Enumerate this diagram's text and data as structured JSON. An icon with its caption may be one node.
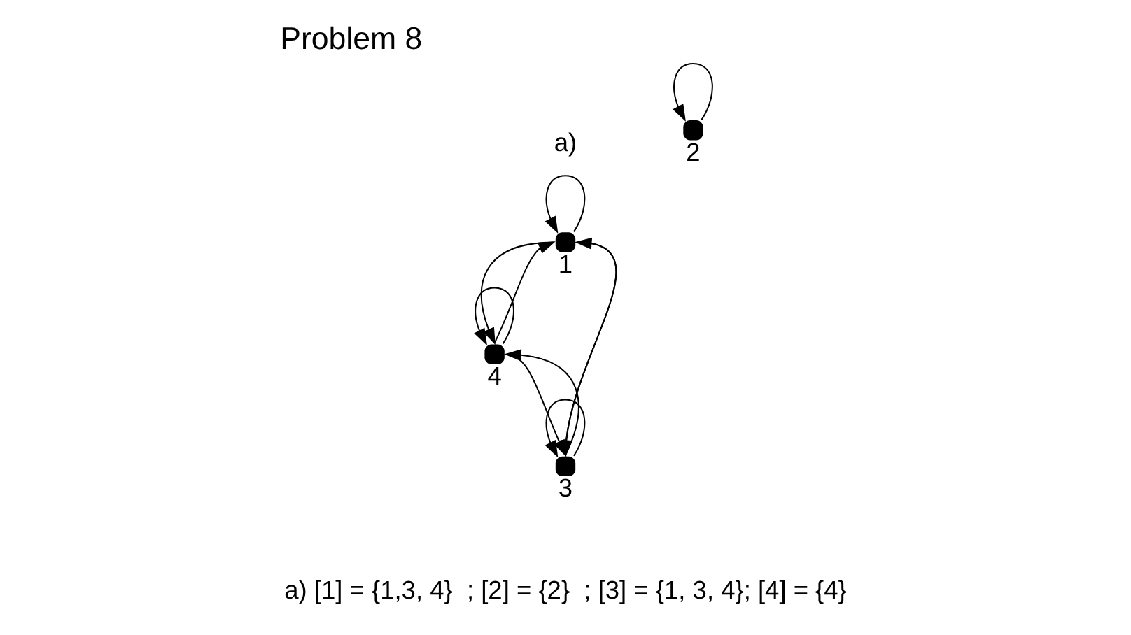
{
  "diagram": {
    "title": "Problem 8",
    "nodes": [
      {
        "text": [],
        "shape": "circle",
        "beside": [
          "1"
        ]
      },
      {
        "text": [],
        "shape": "circle",
        "beside": [
          "4"
        ]
      },
      {
        "text": [],
        "shape": "circle",
        "beside": [
          "2"
        ]
      },
      {
        "text": [],
        "shape": "circle",
        "beside": [
          "3"
        ]
      }
    ],
    "edges": [
      {
        "from": 0,
        "to": 0,
        "arrow": "to"
      },
      {
        "from": 1,
        "to": 0,
        "arrow": "to"
      },
      {
        "from": 0,
        "to": 1,
        "arrow": "to"
      },
      {
        "from": 0,
        "to": 3,
        "arrow": "to"
      },
      {
        "from": 3,
        "to": 0,
        "arrow": "to"
      },
      {
        "from": 1,
        "to": 1,
        "arrow": "to"
      },
      {
        "from": 1,
        "to": 3,
        "arrow": "to"
      },
      {
        "from": 3,
        "to": 1,
        "arrow": "to"
      },
      {
        "from": 3,
        "to": 3,
        "arrow": "to"
      },
      {
        "from": 2,
        "to": 2,
        "arrow": "to"
      }
    ],
    "labels": [
      "a)",
      "a) [1] = {1,3, 4}  ; [2] = {2}  ; [3] = {1, 3, 4}; [4] = {4}"
    ]
  }
}
